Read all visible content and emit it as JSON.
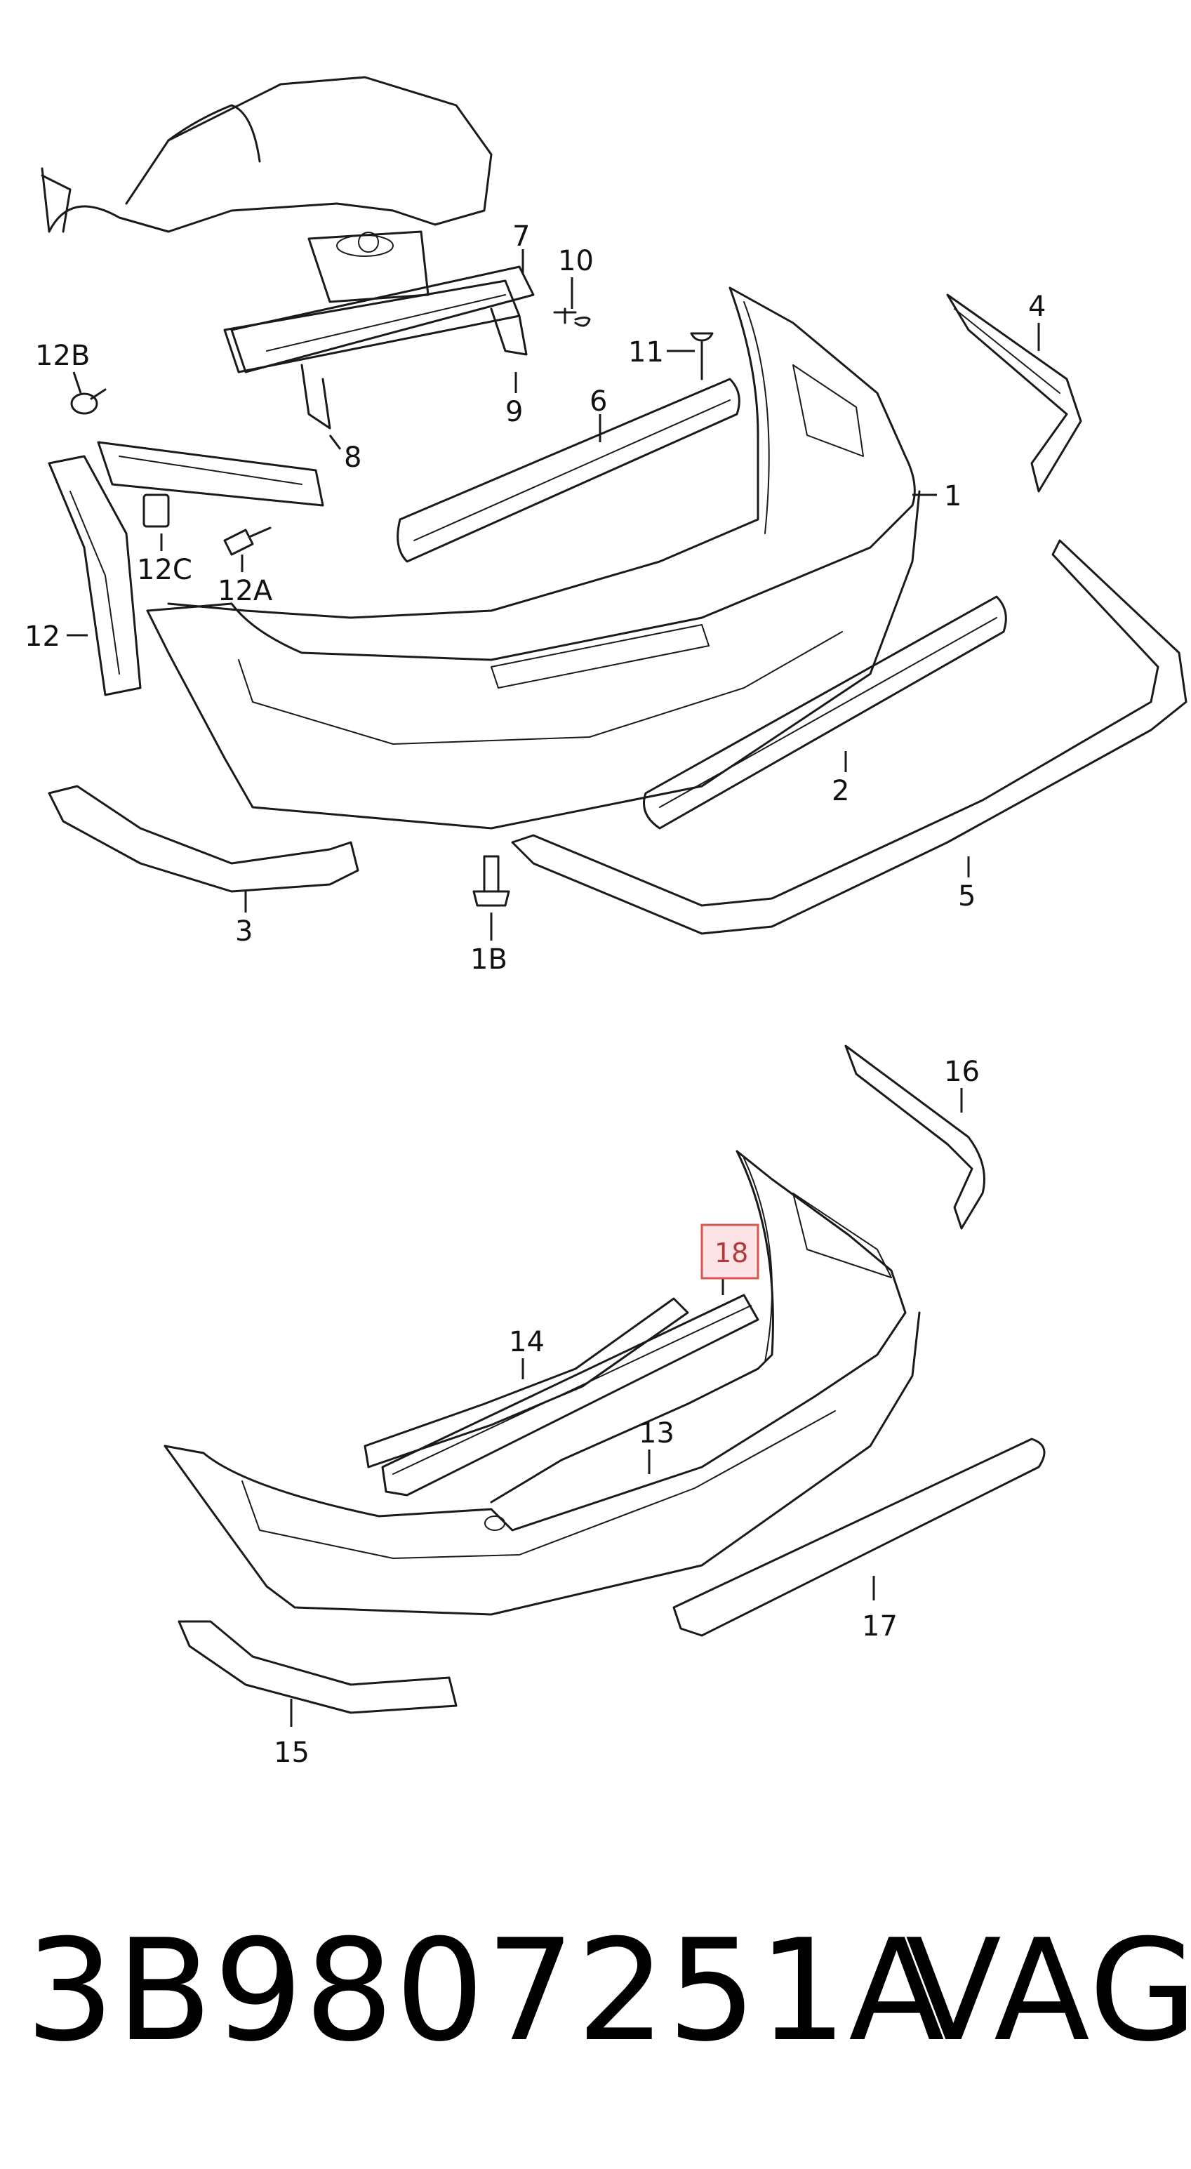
{
  "callouts_top": [
    "7",
    "10",
    "12B",
    "11",
    "4",
    "6",
    "1",
    "9",
    "8",
    "12C",
    "12A",
    "12",
    "2",
    "3",
    "5",
    "1B"
  ],
  "callouts_bottom": [
    "16",
    "18",
    "14",
    "13",
    "17",
    "15"
  ],
  "highlighted_callout": "18",
  "part_number": "3B9807251A",
  "brand": "VAG",
  "colors": {
    "line": "#1a1a1a",
    "highlight_fill": "#fbe3e6",
    "highlight_border": "#d9534f"
  }
}
